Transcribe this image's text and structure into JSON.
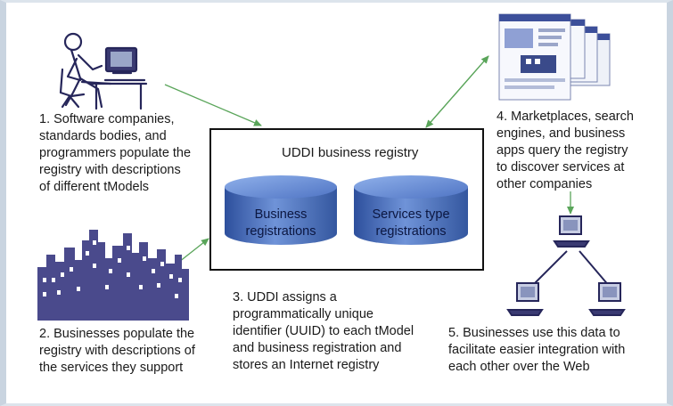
{
  "registry": {
    "title": "UDDI business registry",
    "cylinder_left": "Business\nregistrations",
    "cylinder_right": "Services type\nregistrations"
  },
  "steps": {
    "s1": "1. Software companies,\nstandards bodies, and\nprogrammers populate the\nregistry with descriptions\nof different tModels",
    "s2": "2. Businesses populate the\nregistry with descriptions of\nthe services they support",
    "s3": "3. UDDI assigns a\nprogrammatically unique\nidentifier (UUID) to each tModel\nand business registration and\nstores an Internet registry",
    "s4": "4. Marketplaces, search\nengines, and business\napps query the registry\nto discover services at\nother companies",
    "s5": "5. Businesses use this data to\nfacilitate easier integration with\neach other over the Web"
  },
  "icons": [
    "programmer-at-computer-icon",
    "city-skyline-icon",
    "browser-windows-icon",
    "networked-computers-icon"
  ],
  "colors": {
    "arrow": "#5aa55a",
    "cylinder": "#4f74c4",
    "cylinder_dark": "#2d4f9c",
    "figure": "#26265a",
    "city": "#4a4a8c",
    "box_border": "#111111"
  }
}
